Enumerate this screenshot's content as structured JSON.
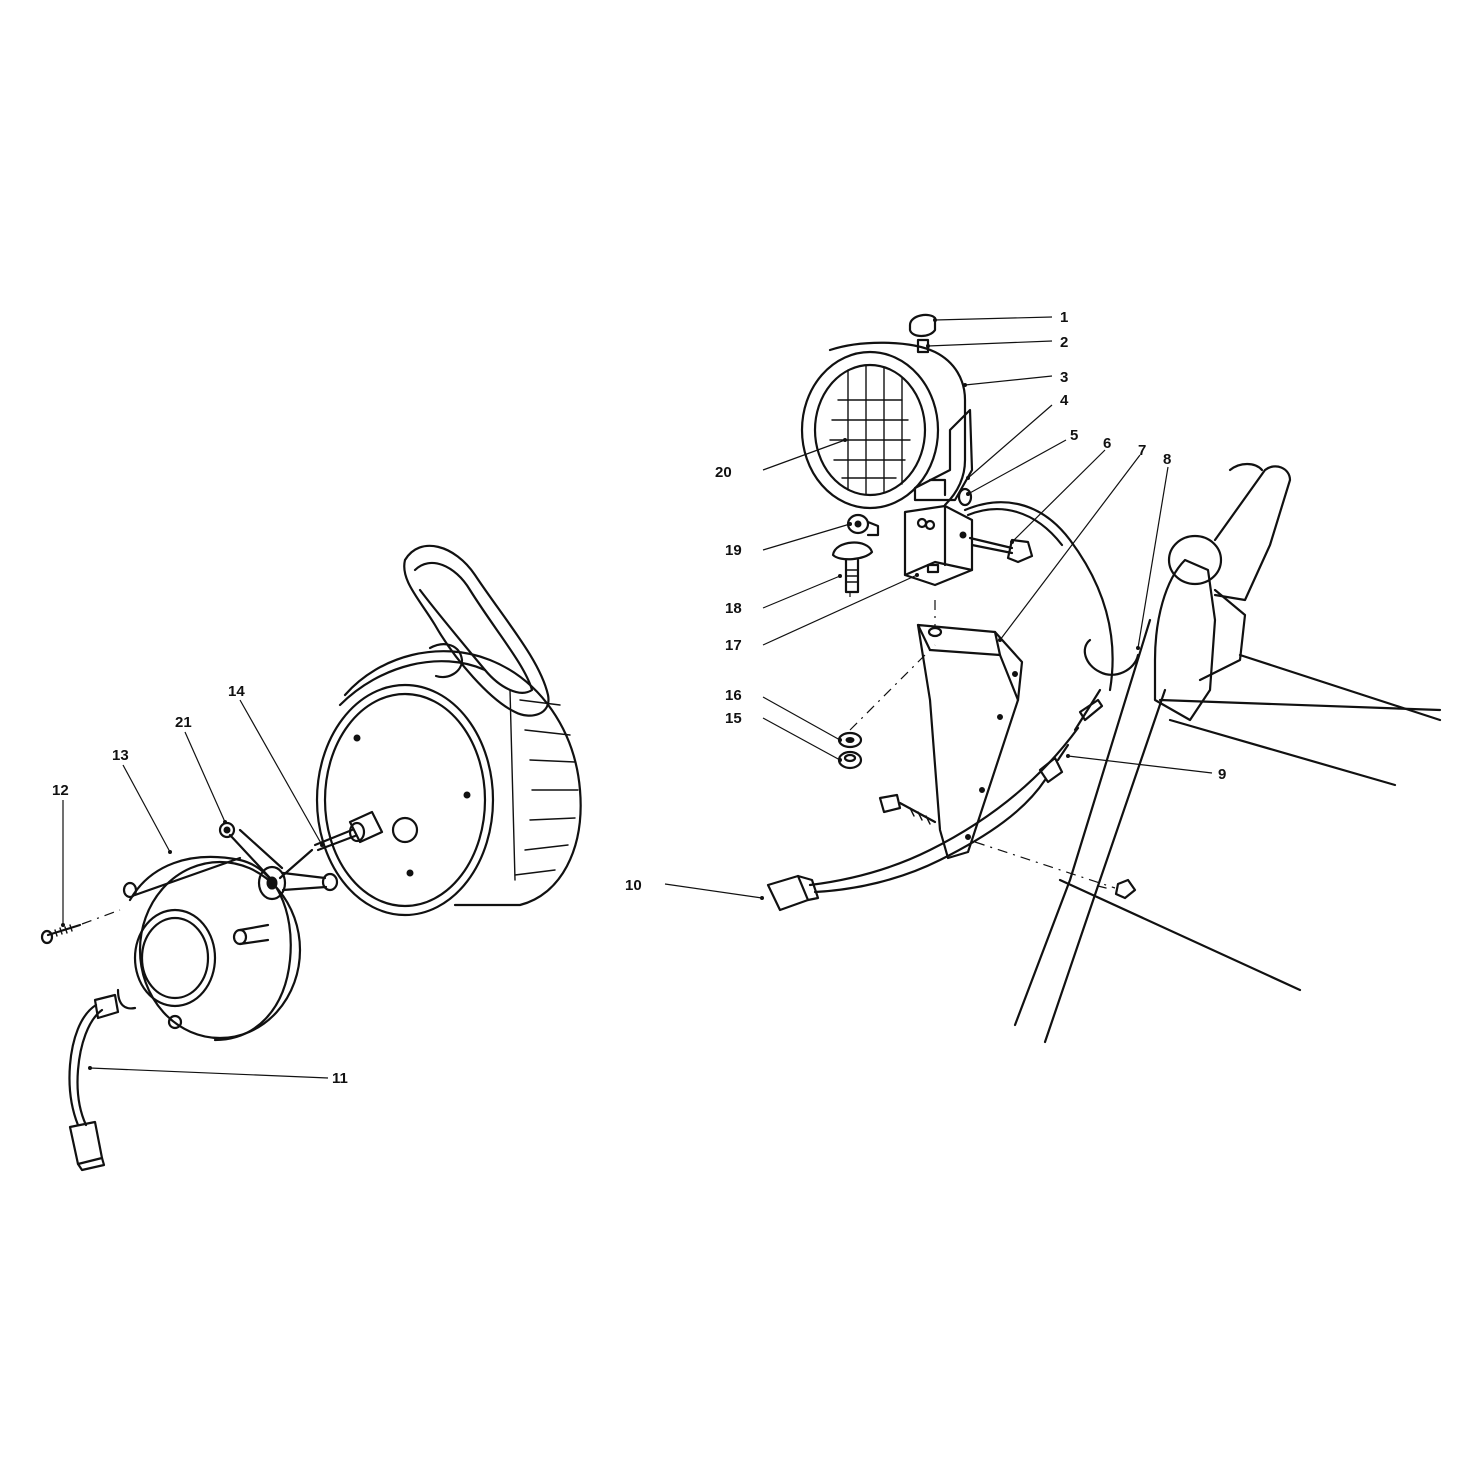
{
  "diagram": {
    "colors": {
      "line": "#111111",
      "background": "#ffffff"
    },
    "callouts": [
      {
        "id": "c1",
        "text": "1"
      },
      {
        "id": "c2",
        "text": "2"
      },
      {
        "id": "c3",
        "text": "3"
      },
      {
        "id": "c4",
        "text": "4"
      },
      {
        "id": "c5",
        "text": "5"
      },
      {
        "id": "c6",
        "text": "6"
      },
      {
        "id": "c7",
        "text": "7"
      },
      {
        "id": "c8",
        "text": "8"
      },
      {
        "id": "c9",
        "text": "9"
      },
      {
        "id": "c10",
        "text": "10"
      },
      {
        "id": "c11",
        "text": "11"
      },
      {
        "id": "c12",
        "text": "12"
      },
      {
        "id": "c13",
        "text": "13"
      },
      {
        "id": "c14",
        "text": "14"
      },
      {
        "id": "c15",
        "text": "15"
      },
      {
        "id": "c16",
        "text": "16"
      },
      {
        "id": "c17",
        "text": "17"
      },
      {
        "id": "c18",
        "text": "18"
      },
      {
        "id": "c19",
        "text": "19"
      },
      {
        "id": "c20",
        "text": "20"
      },
      {
        "id": "c21",
        "text": "21"
      }
    ]
  }
}
